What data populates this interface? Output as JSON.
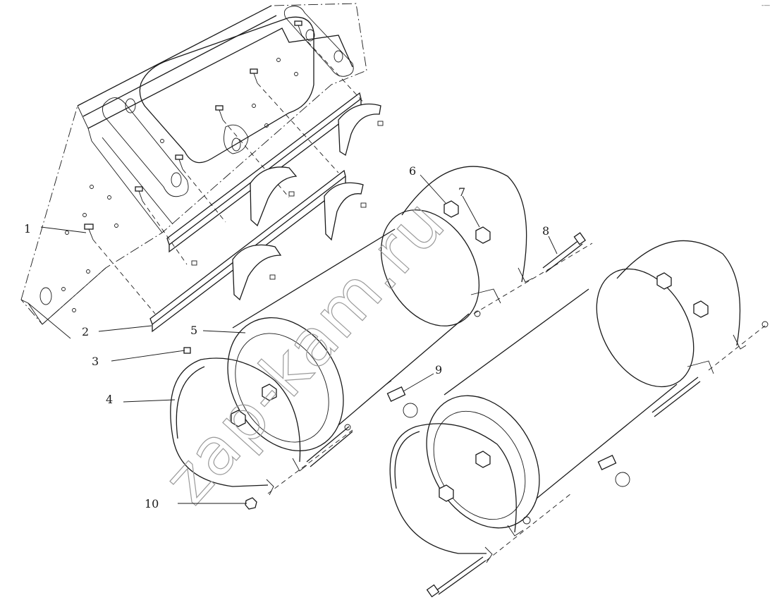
{
  "callouts": [
    {
      "id": "1",
      "label": "1"
    },
    {
      "id": "2",
      "label": "2"
    },
    {
      "id": "3",
      "label": "3"
    },
    {
      "id": "4",
      "label": "4"
    },
    {
      "id": "5",
      "label": "5"
    },
    {
      "id": "6",
      "label": "6"
    },
    {
      "id": "7",
      "label": "7"
    },
    {
      "id": "8",
      "label": "8"
    },
    {
      "id": "9",
      "label": "9"
    },
    {
      "id": "10",
      "label": "10"
    }
  ],
  "watermark": {
    "text": "zap-kam.ru"
  },
  "corner_mark": {
    "text": "-—"
  }
}
